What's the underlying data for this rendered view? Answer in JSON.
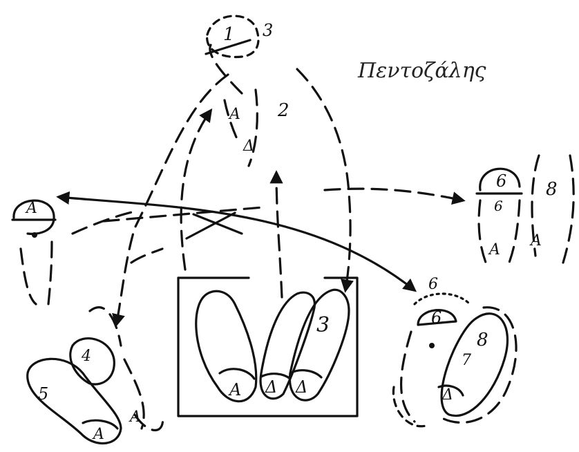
{
  "title": "Πεντοζάλης",
  "labels": {
    "n1": "1",
    "n2": "2",
    "n3": "3",
    "n3b": "3",
    "n4": "4",
    "n5": "5",
    "n6a": "6",
    "n6b": "6",
    "n6c": "6",
    "n6d": "6",
    "n7": "7",
    "n8a": "8",
    "n8b": "8",
    "A": "A",
    "D": "Δ"
  },
  "colors": {
    "ink": "#111111",
    "paper": "#ffffff"
  }
}
